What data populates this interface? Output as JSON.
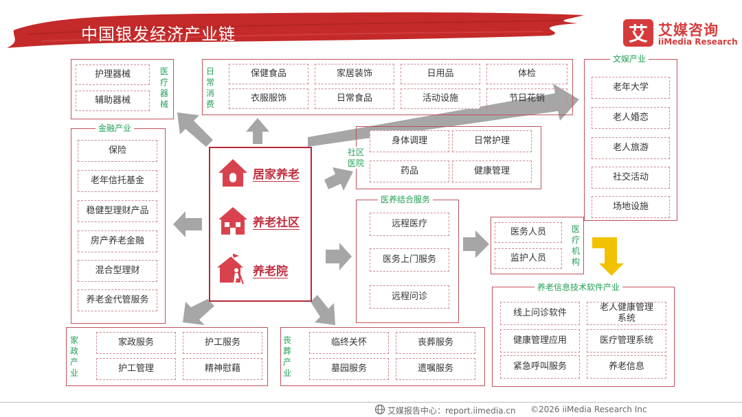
{
  "header": {
    "title": "中国银发经济产业链"
  },
  "brand": {
    "logo_char": "艾",
    "name_cn": "艾媒咨询",
    "name_en": "iiMedia Research",
    "color": "#d63b3b"
  },
  "center": {
    "items": [
      "居家养老",
      "养老社区",
      "养老院"
    ]
  },
  "medical_devices": {
    "label": "医疗器械",
    "items": [
      "护理器械",
      "辅助器械"
    ]
  },
  "daily": {
    "label": "日常消费",
    "items": [
      "保健食品",
      "家居装饰",
      "日用品",
      "体检",
      "衣服服饰",
      "日常食品",
      "活动设施",
      "节日花销"
    ]
  },
  "culture": {
    "label": "文娱产业",
    "items": [
      "老年大学",
      "老人婚恋",
      "老人旅游",
      "社交活动",
      "场地设施"
    ]
  },
  "finance": {
    "label": "金融产业",
    "items": [
      "保险",
      "老年信托基金",
      "稳健型理财产品",
      "房产养老金融",
      "混合型理财",
      "养老金代管服务"
    ]
  },
  "community": {
    "label": "社区医院",
    "items": [
      "身体调理",
      "日常护理",
      "药品",
      "健康管理"
    ]
  },
  "medcare": {
    "label": "医养结合服务",
    "items": [
      "远程医疗",
      "医务上门服务",
      "远程问诊"
    ]
  },
  "institution": {
    "label": "医疗机构",
    "items": [
      "医务人员",
      "监护人员"
    ]
  },
  "it": {
    "label": "养老信息技术软件产业",
    "items": [
      "线上问诊软件",
      "老人健康管理系统",
      "健康管理应用",
      "医疗管理系统",
      "紧急呼叫服务",
      "养老信息"
    ]
  },
  "housekeeping": {
    "label": "家政产业",
    "items": [
      "家政服务",
      "护工服务",
      "护工管理",
      "精神慰藉"
    ]
  },
  "funeral": {
    "label": "丧葬产业",
    "items": [
      "临终关怀",
      "丧葬服务",
      "墓园服务",
      "遗嘱服务"
    ]
  },
  "footer": {
    "source": "艾媒报告中心：report.iimedia.cn",
    "copyright": "©2026  iiMedia Research  Inc"
  },
  "colors": {
    "accent_red": "#c0303c",
    "frame": "#c0505a",
    "label_green": "#22a055",
    "arrow_gray": "#a6a6a6",
    "arrow_yellow": "#f2c100"
  }
}
